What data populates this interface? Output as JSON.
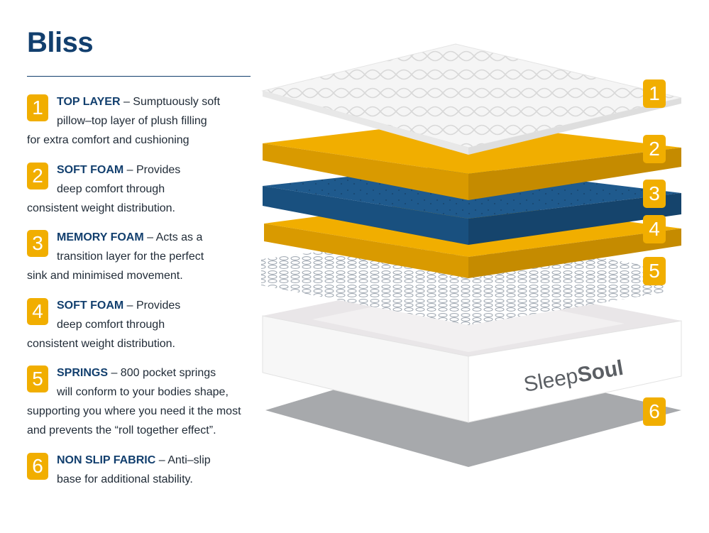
{
  "title": "Bliss",
  "brand": {
    "name_part1": "Sleep",
    "name_part2": "Soul",
    "colors": {
      "navy": "#123f6e",
      "gold": "#f1ae00",
      "blue": "#1f5a8d",
      "grey": "#a7a9ac"
    }
  },
  "layers": [
    {
      "number": "1",
      "heading": "TOP LAYER",
      "lines": [
        " – Sumptuously soft",
        "pillow–top layer of plush filling",
        "for extra comfort and cushioning"
      ]
    },
    {
      "number": "2",
      "heading": "SOFT FOAM",
      "lines": [
        " – Provides",
        "deep comfort through",
        "consistent weight distribution."
      ]
    },
    {
      "number": "3",
      "heading": "MEMORY FOAM",
      "lines": [
        " – Acts as a",
        "transition layer for the perfect",
        "sink and minimised movement."
      ]
    },
    {
      "number": "4",
      "heading": "SOFT FOAM",
      "lines": [
        " – Provides",
        "deep comfort through",
        "consistent weight distribution."
      ]
    },
    {
      "number": "5",
      "heading": "SPRINGS",
      "lines": [
        " – 800 pocket springs",
        "will conform to your bodies shape,",
        "supporting you where you need it the most",
        "and prevents the “roll together effect”."
      ]
    },
    {
      "number": "6",
      "heading": "NON SLIP FABRIC",
      "lines": [
        " – Anti–slip",
        "base for additional stability."
      ]
    }
  ],
  "callouts": [
    "1",
    "2",
    "3",
    "4",
    "5",
    "6"
  ]
}
